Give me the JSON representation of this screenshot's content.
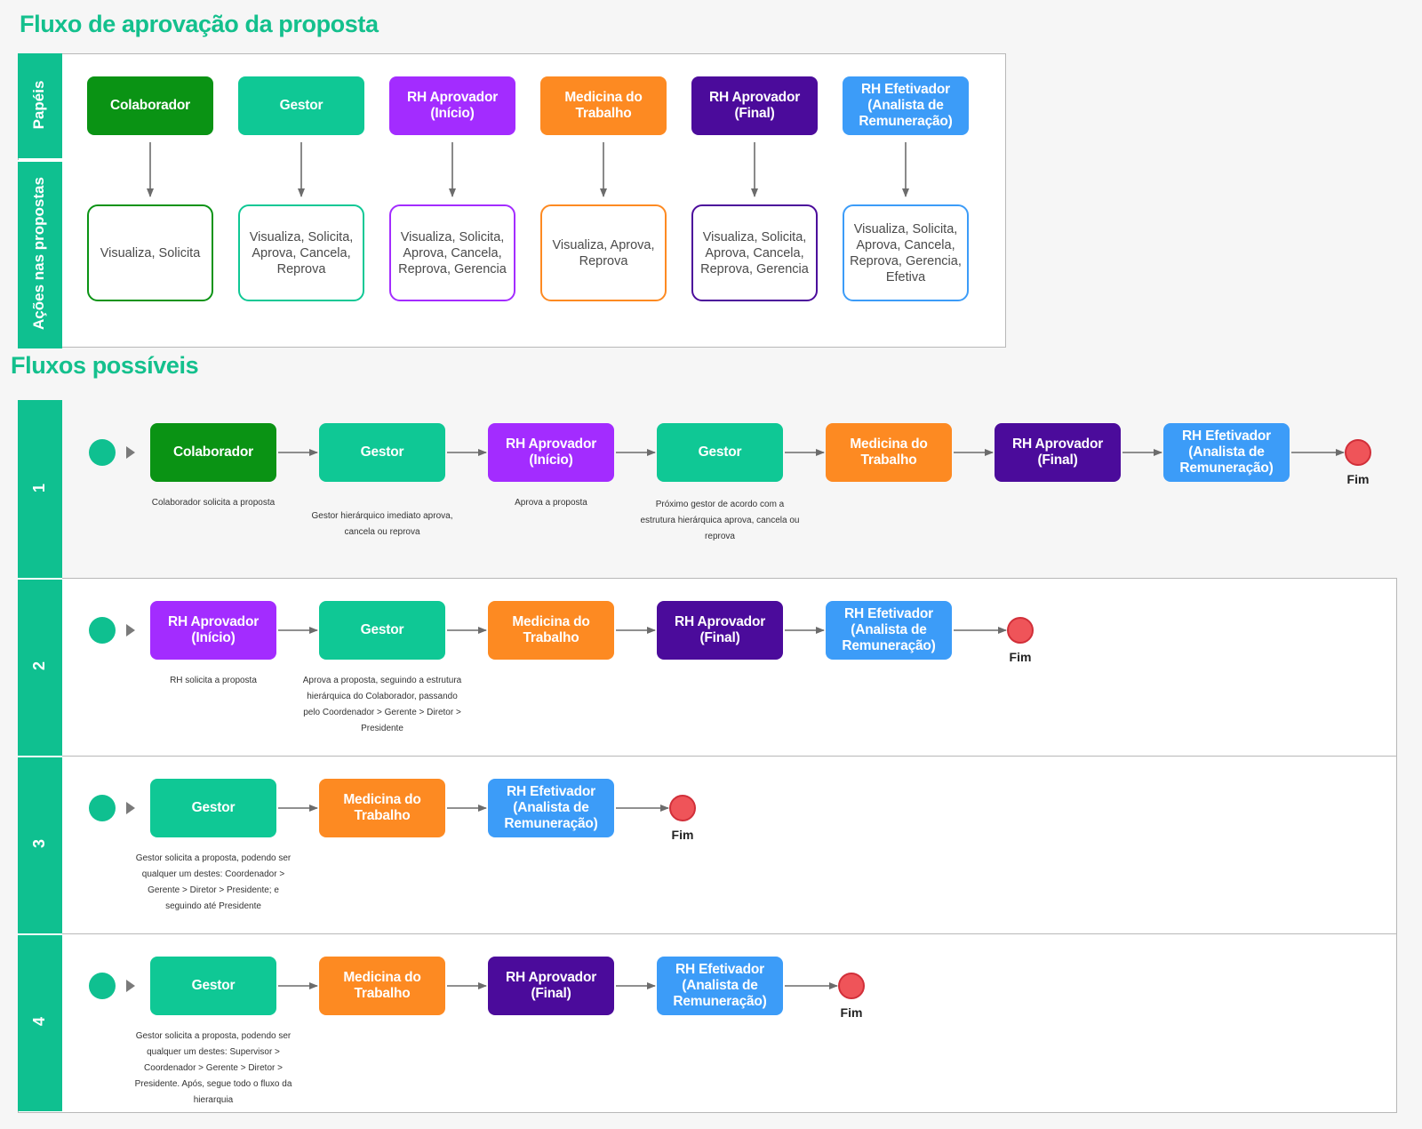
{
  "colors": {
    "title": "#14c08d",
    "band": "#0fc090",
    "arrow": "#6c6c6c",
    "end_fill": "#ef5459",
    "end_stroke": "#d12f39",
    "colaborador": "#0a9314",
    "gestor": "#0fc895",
    "rh_inicio": "#a32cff",
    "medicina": "#fd8a22",
    "rh_final": "#4b0b9b",
    "rh_efetivador": "#3c9cf8"
  },
  "title_main": "Fluxo de aprovação da proposta",
  "title_flows": "Fluxos possíveis",
  "roles_band": {
    "roles_label": "Papéis",
    "actions_label": "Ações nas propostas"
  },
  "roles": [
    {
      "name": "Colaborador",
      "color": "#0a9314",
      "actions": "Visualiza, Solicita"
    },
    {
      "name": "Gestor",
      "color": "#0fc895",
      "actions": "Visualiza, Solicita, Aprova, Cancela, Reprova"
    },
    {
      "name": "RH Aprovador (Início)",
      "color": "#a32cff",
      "actions": "Visualiza, Solicita, Aprova, Cancela, Reprova, Gerencia"
    },
    {
      "name": "Medicina do Trabalho",
      "color": "#fd8a22",
      "actions": "Visualiza, Aprova, Reprova"
    },
    {
      "name": "RH Aprovador (Final)",
      "color": "#4b0b9b",
      "actions": "Visualiza, Solicita, Aprova, Cancela, Reprova, Gerencia"
    },
    {
      "name": "RH Efetivador (Analista de Remuneração)",
      "color": "#3c9cf8",
      "actions": "Visualiza, Solicita, Aprova, Cancela, Reprova, Gerencia, Efetiva"
    }
  ],
  "end_label": "Fim",
  "flows": [
    {
      "number": "1",
      "steps": [
        {
          "name": "Colaborador",
          "color": "#0a9314",
          "caption": "Colaborador solicita a proposta"
        },
        {
          "name": "Gestor",
          "color": "#0fc895",
          "caption": "Gestor hierárquico imediato aprova, cancela ou reprova"
        },
        {
          "name": "RH Aprovador (Início)",
          "color": "#a32cff",
          "caption": "Aprova a proposta"
        },
        {
          "name": "Gestor",
          "color": "#0fc895",
          "caption": "Próximo gestor de acordo com a estrutura hierárquica aprova, cancela ou reprova"
        },
        {
          "name": "Medicina do Trabalho",
          "color": "#fd8a22",
          "caption": ""
        },
        {
          "name": "RH Aprovador (Final)",
          "color": "#4b0b9b",
          "caption": ""
        },
        {
          "name": "RH Efetivador (Analista de Remuneração)",
          "color": "#3c9cf8",
          "caption": ""
        }
      ]
    },
    {
      "number": "2",
      "steps": [
        {
          "name": "RH Aprovador (Início)",
          "color": "#a32cff",
          "caption": "RH solicita a proposta"
        },
        {
          "name": "Gestor",
          "color": "#0fc895",
          "caption": "Aprova a proposta, seguindo a estrutura hierárquica do Colaborador, passando pelo Coordenador > Gerente > Diretor > Presidente"
        },
        {
          "name": "Medicina do Trabalho",
          "color": "#fd8a22",
          "caption": ""
        },
        {
          "name": "RH Aprovador (Final)",
          "color": "#4b0b9b",
          "caption": ""
        },
        {
          "name": "RH Efetivador (Analista de Remuneração)",
          "color": "#3c9cf8",
          "caption": ""
        }
      ]
    },
    {
      "number": "3",
      "steps": [
        {
          "name": "Gestor",
          "color": "#0fc895",
          "caption": "Gestor solicita a proposta, podendo ser qualquer um destes: Coordenador > Gerente > Diretor > Presidente; e seguindo até Presidente"
        },
        {
          "name": "Medicina do Trabalho",
          "color": "#fd8a22",
          "caption": ""
        },
        {
          "name": "RH Efetivador (Analista de Remuneração)",
          "color": "#3c9cf8",
          "caption": ""
        }
      ]
    },
    {
      "number": "4",
      "steps": [
        {
          "name": "Gestor",
          "color": "#0fc895",
          "caption": "Gestor solicita a proposta, podendo ser qualquer um destes: Supervisor > Coordenador > Gerente > Diretor > Presidente. Após, segue todo o fluxo da hierarquia"
        },
        {
          "name": "Medicina do Trabalho",
          "color": "#fd8a22",
          "caption": ""
        },
        {
          "name": "RH Aprovador (Final)",
          "color": "#4b0b9b",
          "caption": ""
        },
        {
          "name": "RH Efetivador (Analista de Remuneração)",
          "color": "#3c9cf8",
          "caption": ""
        }
      ]
    }
  ]
}
